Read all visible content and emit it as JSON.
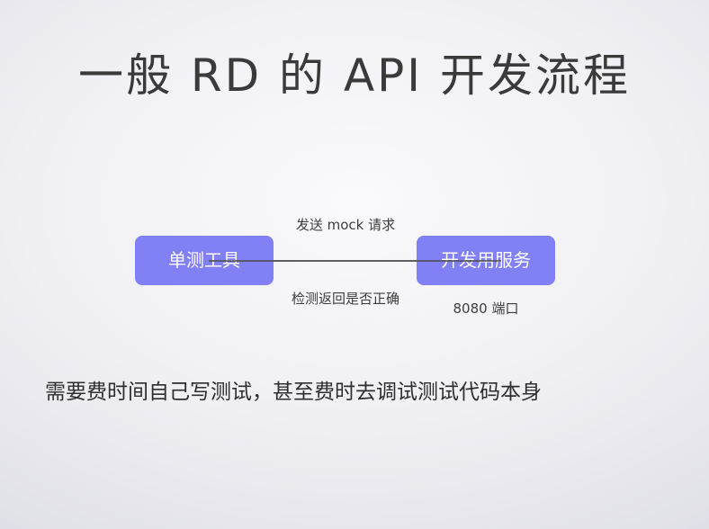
{
  "title": "一般 RD 的 API 开发流程",
  "diagram": {
    "left_box": "单测工具",
    "right_box": "开发用服务",
    "request_label": "发送 mock 请求",
    "response_label": "检测返回是否正确",
    "port_label": "8080 端口",
    "box_color": "#8180f4",
    "line_color": "#4a4a4a"
  },
  "note": "需要费时间自己写测试，甚至费时去调试测试代码本身"
}
